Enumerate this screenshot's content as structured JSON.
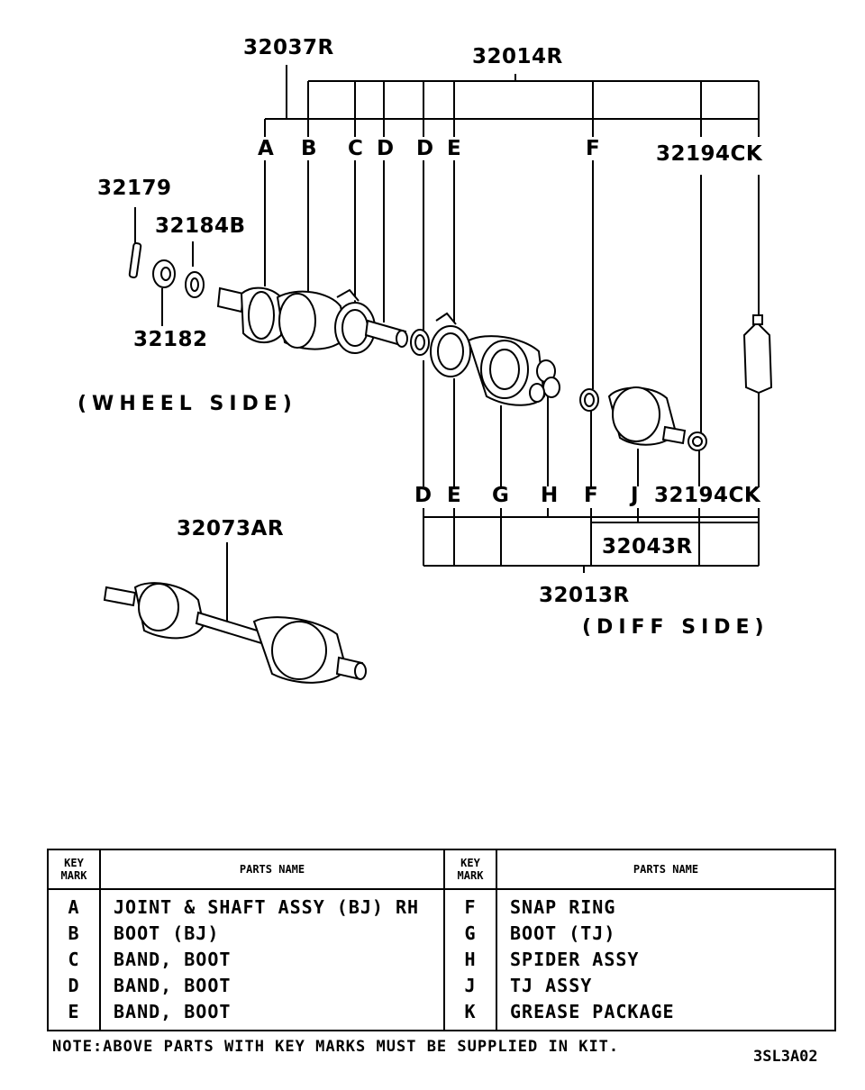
{
  "part_numbers": {
    "p32037r": "32037R",
    "p32014r": "32014R",
    "p32179": "32179",
    "p32184b": "32184B",
    "p32182": "32182",
    "p32194ck_top": "32194C",
    "p32194ck_bottom": "32194C",
    "p32073ar": "32073AR",
    "p32043r": "32043R",
    "p32013r": "32013R"
  },
  "key_marks_top": [
    "A",
    "B",
    "C",
    "D",
    "D",
    "E",
    "F",
    "K"
  ],
  "key_marks_bottom": [
    "D",
    "E",
    "G",
    "H",
    "F",
    "J",
    "K"
  ],
  "side_labels": {
    "wheel": "(WHEEL SIDE)",
    "diff": "(DIFF SIDE)"
  },
  "table": {
    "header_key": "KEY MARK",
    "header_name": "PARTS NAME",
    "rows": [
      {
        "k1": "A",
        "n1": "JOINT & SHAFT ASSY (BJ) RH",
        "k2": "F",
        "n2": "SNAP RING"
      },
      {
        "k1": "B",
        "n1": "BOOT (BJ)",
        "k2": "G",
        "n2": "BOOT (TJ)"
      },
      {
        "k1": "C",
        "n1": "BAND, BOOT",
        "k2": "H",
        "n2": "SPIDER ASSY"
      },
      {
        "k1": "D",
        "n1": "BAND, BOOT",
        "k2": "J",
        "n2": "TJ ASSY"
      },
      {
        "k1": "E",
        "n1": "BAND, BOOT",
        "k2": "K",
        "n2": "GREASE PACKAGE"
      }
    ]
  },
  "note": "NOTE:ABOVE PARTS WITH KEY MARKS MUST BE SUPPLIED IN KIT.",
  "diagram_code": "3SL3A02"
}
